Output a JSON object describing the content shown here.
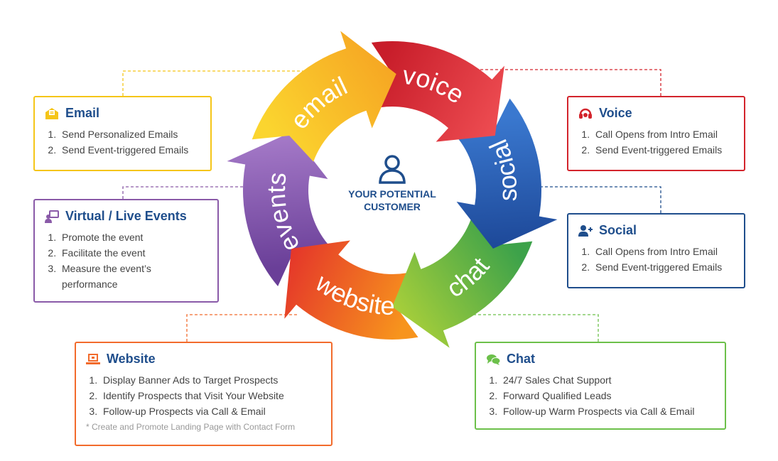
{
  "center": {
    "line1": "YOUR POTENTIAL",
    "line2": "CUSTOMER",
    "icon": "person-icon"
  },
  "cycle": [
    {
      "label": "email",
      "colors": [
        "#fbd52f",
        "#f6a623"
      ]
    },
    {
      "label": "voice",
      "colors": [
        "#c81d2a",
        "#ee4d52"
      ]
    },
    {
      "label": "social",
      "colors": [
        "#3a78cf",
        "#1d4898"
      ]
    },
    {
      "label": "chat",
      "colors": [
        "#3da24a",
        "#a8cf3a"
      ]
    },
    {
      "label": "website",
      "colors": [
        "#f7941d",
        "#e4352a"
      ]
    },
    {
      "label": "events",
      "colors": [
        "#6a3f98",
        "#a67bc9"
      ]
    }
  ],
  "boxes": {
    "email": {
      "title": "Email",
      "icon": "envelope-icon",
      "color": "#f5c518",
      "items": [
        "Send Personalized Emails",
        "Send Event-triggered Emails"
      ]
    },
    "events": {
      "title": "Virtual / Live Events",
      "icon": "presentation-icon",
      "color": "#8a5aa8",
      "items": [
        "Promote the event",
        "Facilitate the event",
        "Measure the event’s performance"
      ]
    },
    "website": {
      "title": "Website",
      "icon": "laptop-icon",
      "color": "#f26b2c",
      "items": [
        "Display Banner Ads to Target Prospects",
        "Identify Prospects that Visit Your Website",
        "Follow-up Prospects via Call & Email"
      ],
      "note": "* Create and Promote Landing Page with Contact Form"
    },
    "voice": {
      "title": "Voice",
      "icon": "headset-icon",
      "color": "#d3242c",
      "items": [
        "Call Opens from Intro Email",
        "Send Event-triggered Emails"
      ]
    },
    "social": {
      "title": "Social",
      "icon": "add-user-icon",
      "color": "#1f4e8c",
      "items": [
        "Call Opens from Intro Email",
        "Send Event-triggered Emails"
      ]
    },
    "chat": {
      "title": "Chat",
      "icon": "chat-bubbles-icon",
      "color": "#6cc04a",
      "items": [
        "24/7 Sales Chat Support",
        "Forward Qualified Leads",
        "Follow-up Warm Prospects via Call & Email"
      ]
    }
  }
}
